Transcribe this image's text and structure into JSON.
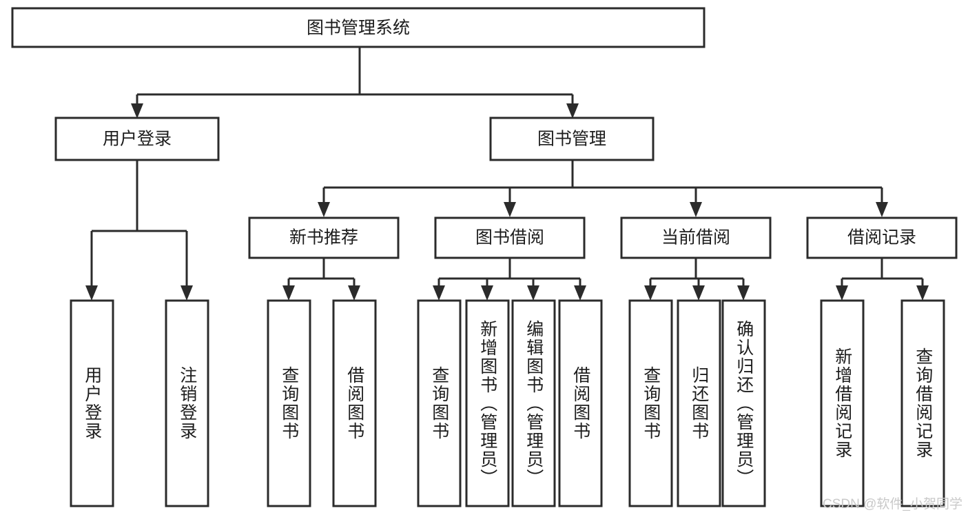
{
  "diagram": {
    "title": "图书管理系统",
    "watermark": "CSDN @软件_小贺同学",
    "colors": {
      "box_stroke": "#2b2b2b",
      "box_fill": "#ffffff",
      "text": "#1c1c1c",
      "watermark": "#c9c9c9",
      "background": "#ffffff"
    },
    "levels": {
      "root": "图书管理系统",
      "level2": [
        "用户登录",
        "图书管理"
      ],
      "level3": [
        "新书推荐",
        "图书借阅",
        "当前借阅",
        "借阅记录"
      ],
      "level4": [
        "用户登录",
        "注销登录",
        "查询图书",
        "借阅图书",
        "查询图书",
        "新增图书（管理员）",
        "编辑图书（管理员）",
        "借阅图书",
        "查询图书",
        "归还图书",
        "确认归还（管理员）",
        "新增借阅记录",
        "查询借阅记录"
      ]
    },
    "nodes": {
      "root": {
        "label": "图书管理系统"
      },
      "user_login": {
        "label": "用户登录"
      },
      "book_manage": {
        "label": "图书管理"
      },
      "new_book_rec": {
        "label": "新书推荐"
      },
      "book_borrow": {
        "label": "图书借阅"
      },
      "current_borrow": {
        "label": "当前借阅"
      },
      "borrow_record": {
        "label": "借阅记录"
      },
      "leaf_user_login": {
        "label": "用户登录"
      },
      "leaf_logout": {
        "label": "注销登录"
      },
      "leaf_query_book_a": {
        "label": "查询图书"
      },
      "leaf_borrow_book_a": {
        "label": "借阅图书"
      },
      "leaf_query_book_b": {
        "label": "查询图书"
      },
      "leaf_add_book": {
        "label": "新增图书（管理员）"
      },
      "leaf_edit_book": {
        "label": "编辑图书（管理员）"
      },
      "leaf_borrow_book_b": {
        "label": "借阅图书"
      },
      "leaf_query_book_c": {
        "label": "查询图书"
      },
      "leaf_return_book": {
        "label": "归还图书"
      },
      "leaf_confirm_return": {
        "label": "确认归还（管理员）"
      },
      "leaf_add_record": {
        "label": "新增借阅记录"
      },
      "leaf_query_record": {
        "label": "查询借阅记录"
      }
    }
  }
}
